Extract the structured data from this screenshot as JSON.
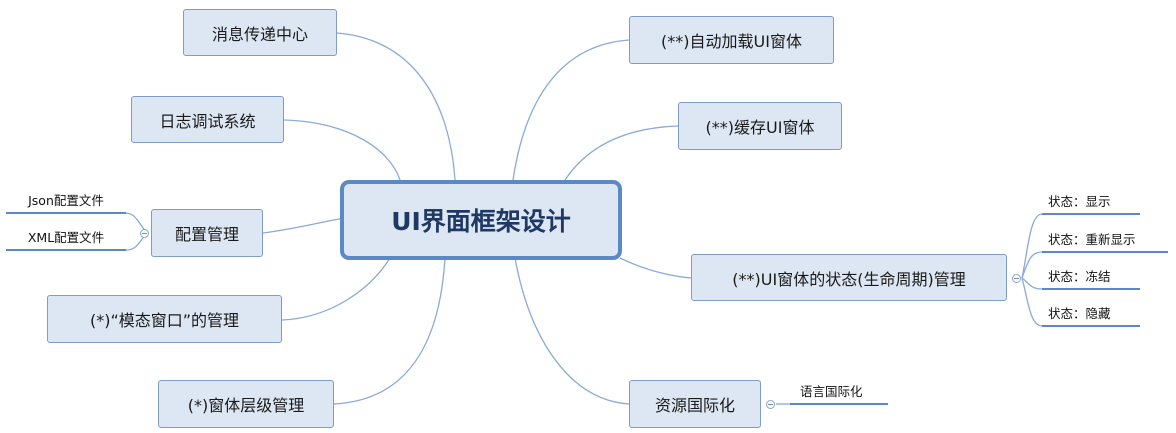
{
  "center": {
    "label": "UI界面框架设计"
  },
  "left_branches": [
    {
      "label": "消息传递中心"
    },
    {
      "label": "日志调试系统"
    },
    {
      "label": "配置管理",
      "children": [
        "Json配置文件",
        "XML配置文件"
      ]
    },
    {
      "label": "(*)“模态窗口”的管理"
    },
    {
      "label": "(*)窗体层级管理"
    }
  ],
  "right_branches": [
    {
      "label": "(**)自动加载UI窗体"
    },
    {
      "label": "(**)缓存UI窗体"
    },
    {
      "label": "(**)UI窗体的状态(生命周期)管理",
      "children": [
        "状态：显示",
        "状态：重新显示",
        "状态：冻结",
        "状态：隐藏"
      ]
    },
    {
      "label": "资源国际化",
      "children": [
        "语言国际化"
      ]
    }
  ],
  "colors": {
    "line": "#8aa9d6",
    "node_fill": "#dde6f3",
    "node_border": "#7e9cc8",
    "center_border": "#5b89c6"
  }
}
